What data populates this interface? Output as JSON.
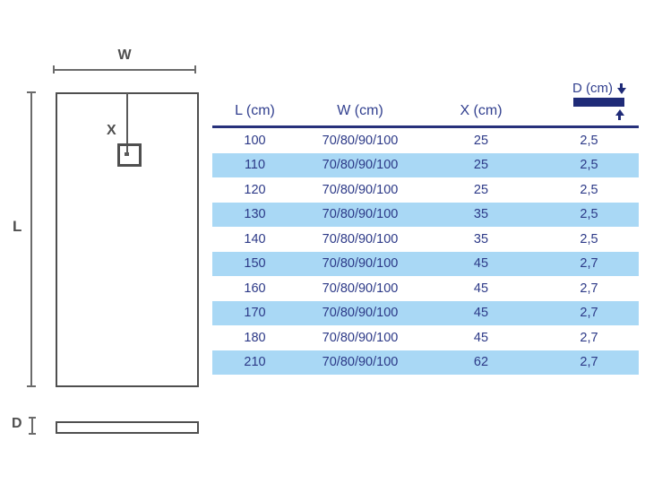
{
  "diagram": {
    "width_label": "W",
    "length_label": "L",
    "drain_label": "X",
    "depth_label": "D"
  },
  "table": {
    "columns": [
      {
        "key": "l",
        "label": "L (cm)"
      },
      {
        "key": "w",
        "label": "W (cm)"
      },
      {
        "key": "x",
        "label": "X (cm)"
      },
      {
        "key": "d",
        "label": "D (cm)"
      }
    ],
    "rows": [
      {
        "l": "100",
        "w": "70/80/90/100",
        "x": "25",
        "d": "2,5"
      },
      {
        "l": "110",
        "w": "70/80/90/100",
        "x": "25",
        "d": "2,5"
      },
      {
        "l": "120",
        "w": "70/80/90/100",
        "x": "25",
        "d": "2,5"
      },
      {
        "l": "130",
        "w": "70/80/90/100",
        "x": "35",
        "d": "2,5"
      },
      {
        "l": "140",
        "w": "70/80/90/100",
        "x": "35",
        "d": "2,5"
      },
      {
        "l": "150",
        "w": "70/80/90/100",
        "x": "45",
        "d": "2,7"
      },
      {
        "l": "160",
        "w": "70/80/90/100",
        "x": "45",
        "d": "2,7"
      },
      {
        "l": "170",
        "w": "70/80/90/100",
        "x": "45",
        "d": "2,7"
      },
      {
        "l": "180",
        "w": "70/80/90/100",
        "x": "45",
        "d": "2,7"
      },
      {
        "l": "210",
        "w": "70/80/90/100",
        "x": "62",
        "d": "2,7"
      }
    ]
  },
  "icons": {
    "depth_down_arrow": "arrow-down-icon",
    "depth_up_arrow": "arrow-up-icon"
  },
  "colors": {
    "navy_text": "#32408f",
    "navy_bar": "#1f2b78",
    "row_highlight": "#a9d8f5",
    "diagram_line": "#4f4f4f"
  }
}
